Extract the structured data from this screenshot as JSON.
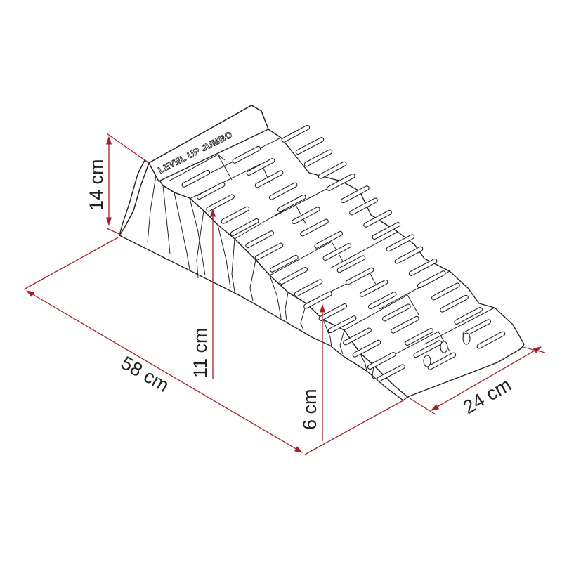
{
  "product": {
    "logo_text": "LEVEL UP JUMBO"
  },
  "dimensions": {
    "height_total": "14 cm",
    "height_step1": "11 cm",
    "height_step2": "6 cm",
    "length": "58 cm",
    "width": "24 cm"
  },
  "colors": {
    "dimension_line": "#a3212b",
    "outline": "#222222",
    "fill": "#ffffff"
  }
}
